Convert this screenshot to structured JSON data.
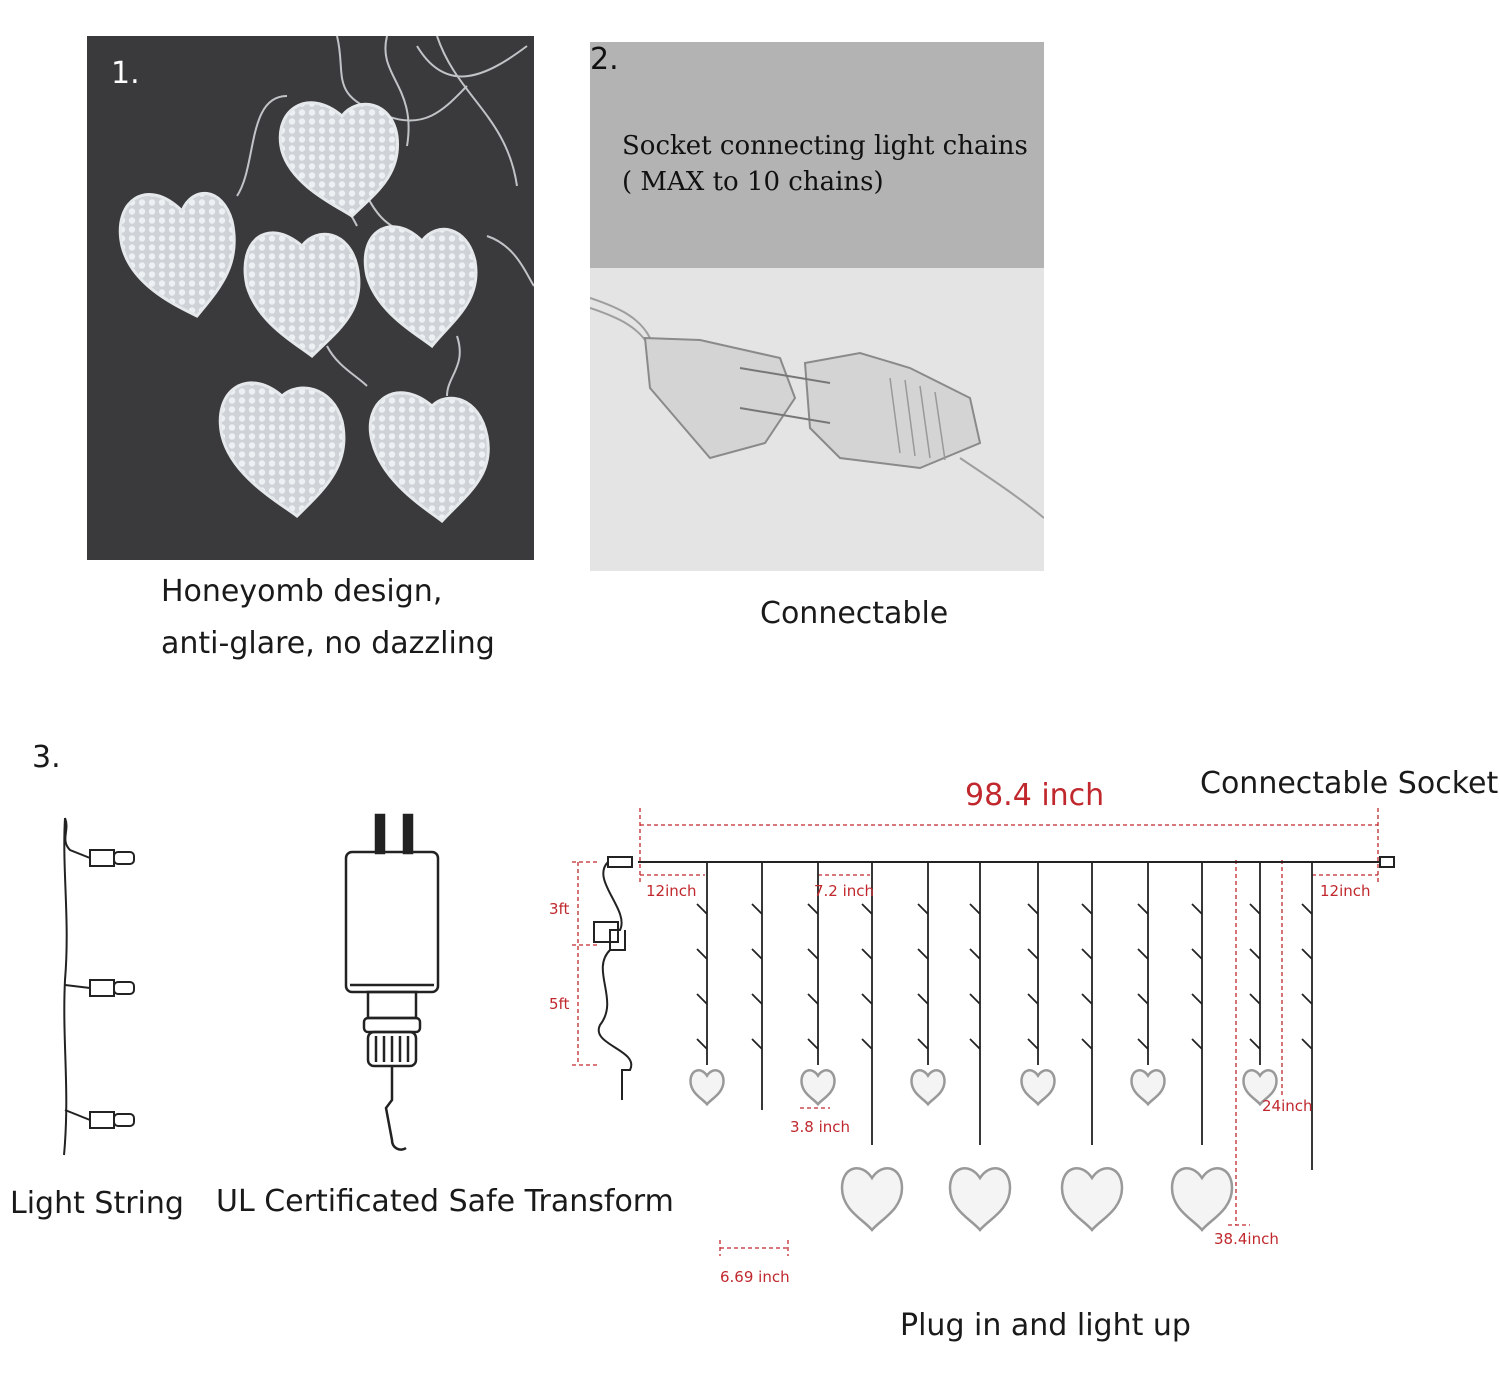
{
  "panel1": {
    "number": "1.",
    "caption_line1": "Honeyomb design,",
    "caption_line2": "anti-glare, no dazzling"
  },
  "panel2": {
    "number": "2.",
    "photo_text_line1": "Socket connecting light chains",
    "photo_text_line2": "( MAX to 10 chains)",
    "caption": "Connectable"
  },
  "panel3": {
    "number": "3.",
    "light_string_label": "Light String",
    "transformer_label": "UL Certificated Safe Transform",
    "socket_label": "Connectable Socket",
    "bottom_caption": "Plug in and light up",
    "dimensions": {
      "total_width": "98.4 inch",
      "left_margin": "12inch",
      "spacing": "7.2 inch",
      "right_margin": "12inch",
      "lead_upper": "3ft",
      "lead_lower": "5ft",
      "small_heart": "3.8 inch",
      "large_heart": "6.69 inch",
      "long_drop": "38.4inch",
      "short_drop": "24inch"
    }
  },
  "colors": {
    "dimension_red": "#c0282d",
    "photo1_background": "#3a393c",
    "photo2_background": "#b3b3b3"
  }
}
